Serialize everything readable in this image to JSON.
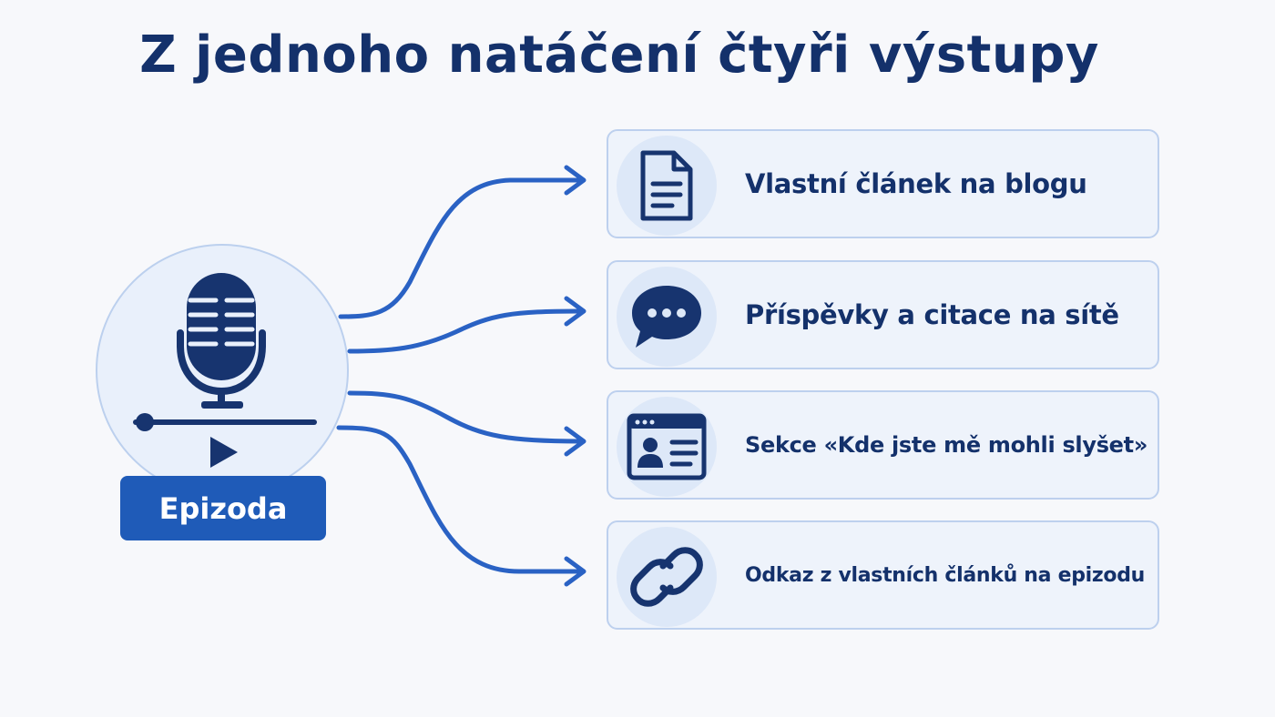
{
  "title": "Z jednoho natáčení čtyři výstupy",
  "source": {
    "label": "Epizoda",
    "icon": "microphone-with-player-icon"
  },
  "outputs": [
    {
      "label": "Vlastní článek na blogu",
      "icon": "document-icon"
    },
    {
      "label": "Příspěvky a citace na sítě",
      "icon": "chat-bubble-icon"
    },
    {
      "label": "Sekce «Kde jste mě mohli slyšet»",
      "icon": "profile-page-icon"
    },
    {
      "label": "Odkaz z vlastních článků na epizodu",
      "icon": "link-icon"
    }
  ],
  "colors": {
    "navy": "#14316b",
    "accent": "#1f5bb8",
    "card_bg": "#eef3fb",
    "card_border": "#bdd0ee",
    "background": "#f7f8fb"
  }
}
